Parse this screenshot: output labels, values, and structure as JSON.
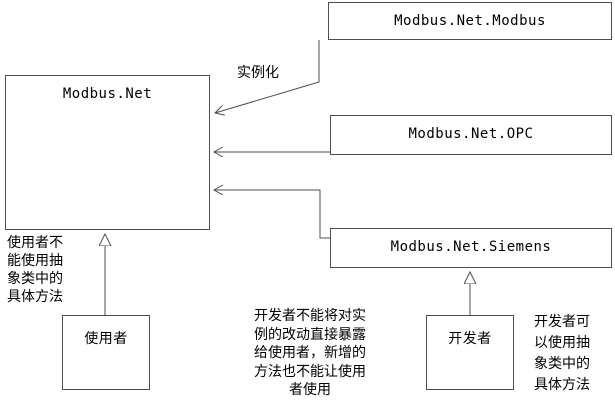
{
  "diagram": {
    "title_hint": "Modbus.Net class relation diagram",
    "boxes": {
      "modbus_net": {
        "label": "Modbus.Net"
      },
      "modbus_net_modbus": {
        "label": "Modbus.Net.Modbus"
      },
      "modbus_net_opc": {
        "label": "Modbus.Net.OPC"
      },
      "modbus_net_siemens": {
        "label": "Modbus.Net.Siemens"
      },
      "user": {
        "label": "使用者"
      },
      "developer": {
        "label": "开发者"
      }
    },
    "edge_labels": {
      "instantiate": "实例化"
    },
    "annotations": {
      "user_note": "使用者不\n能使用抽\n象类中的\n具体方法",
      "developer_center_note": "开发者不能将对实\n例的改动直接暴露\n给使用者，新增的\n方法也不能让使用\n者使用",
      "developer_right_note": "开发者可\n以使用抽\n象类中的\n具体方法"
    },
    "colors": {
      "line": "#4d4d4d",
      "box_border": "#4d4d4d",
      "background": "#ffffff",
      "text": "#000000"
    }
  }
}
